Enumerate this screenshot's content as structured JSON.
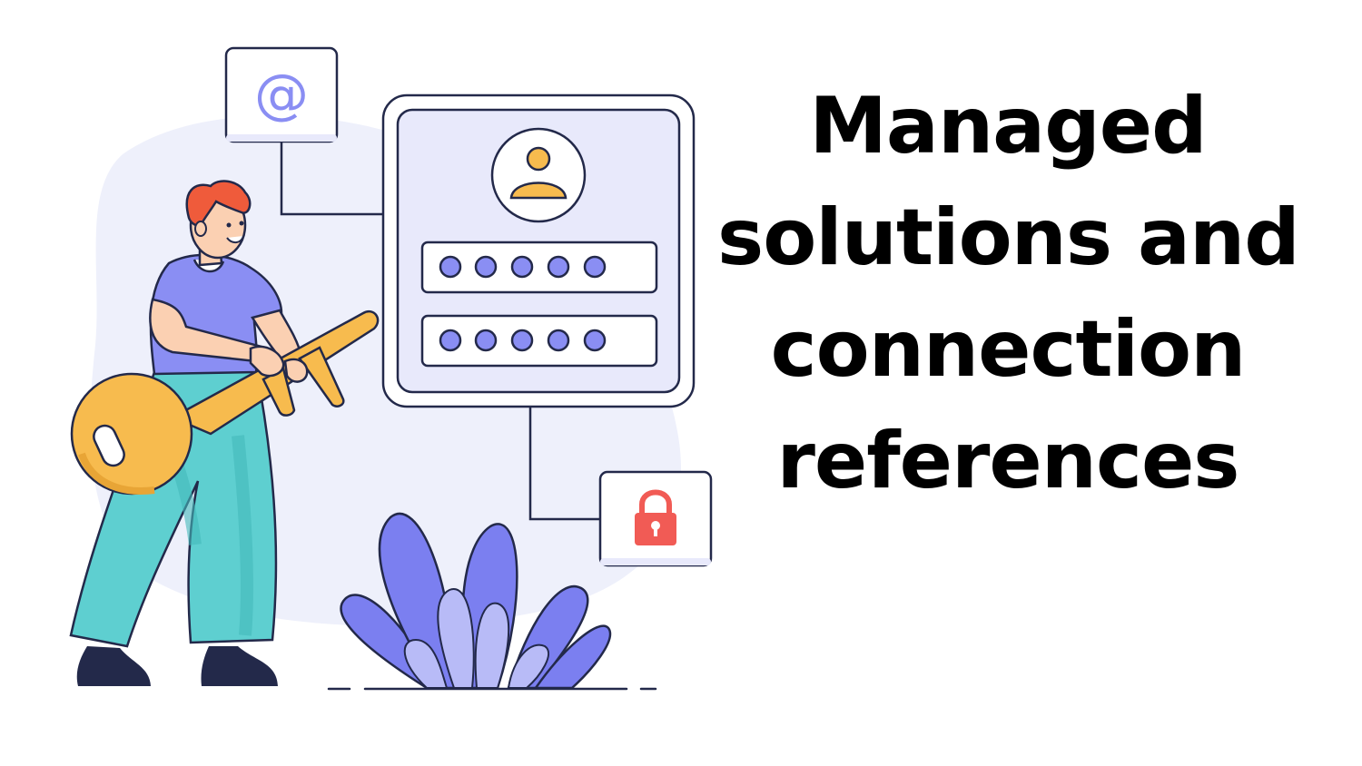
{
  "headline": {
    "lines": [
      "Managed",
      "solutions and",
      "connection",
      "references"
    ]
  },
  "illustration": {
    "icons": [
      "at-sign-icon",
      "user-avatar-icon",
      "padlock-icon",
      "key-icon",
      "leaf-plant-icon"
    ],
    "password_fields": [
      {
        "masked_dots": 5
      },
      {
        "masked_dots": 5
      }
    ],
    "colors": {
      "outline": "#23294a",
      "panel_fill": "#e8e9fb",
      "blob": "#eef0fb",
      "dot": "#8a8ef3",
      "key": "#f7bb4e",
      "shirt": "#8a8ef3",
      "pants": "#5ecfd0",
      "hair": "#ef5b3b",
      "skin": "#fbd0b2",
      "plant_dark": "#7b7ff0",
      "plant_light": "#b8bbf7",
      "lock": "#f15b55"
    }
  }
}
